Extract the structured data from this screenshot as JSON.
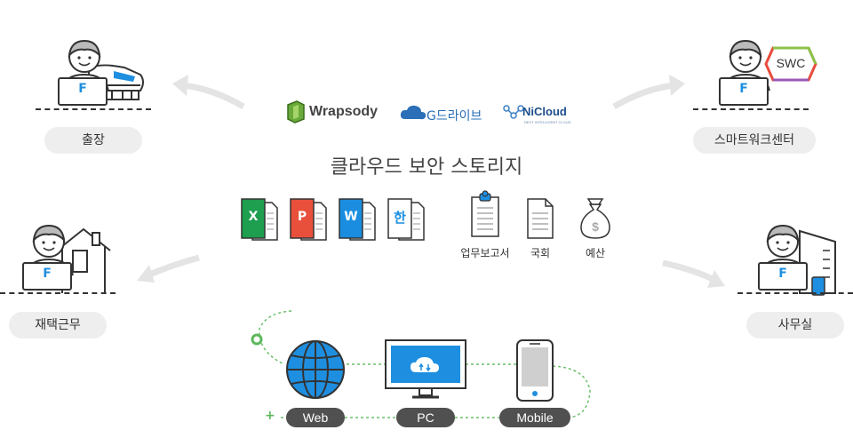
{
  "center_title": "클라우드 보안 스토리지",
  "logos": {
    "wrapsody": "Wrapsody",
    "gdrive": "G드라이브",
    "nicloud": "NiCloud",
    "nicloud_sub": "NEXT INTELLIGENT CLOUD"
  },
  "scenarios": {
    "business_trip": "출장",
    "smart_work_center": "스마트워크센터",
    "remote_work": "재택근무",
    "office": "사무실"
  },
  "laptop_letter": "F",
  "smartwork_logo": "SWC",
  "documents": {
    "excel": "X",
    "powerpoint": "P",
    "word": "W",
    "hangul": "한"
  },
  "doc_labels": {
    "report": "업무보고서",
    "assembly": "국회",
    "budget": "예산"
  },
  "devices": {
    "web": "Web",
    "pc": "PC",
    "mobile": "Mobile"
  },
  "colors": {
    "blue": "#1e8fe0",
    "green": "#5cb85c",
    "excel": "#1e9e4f",
    "ppt": "#e9503c",
    "word": "#1a8de0"
  }
}
